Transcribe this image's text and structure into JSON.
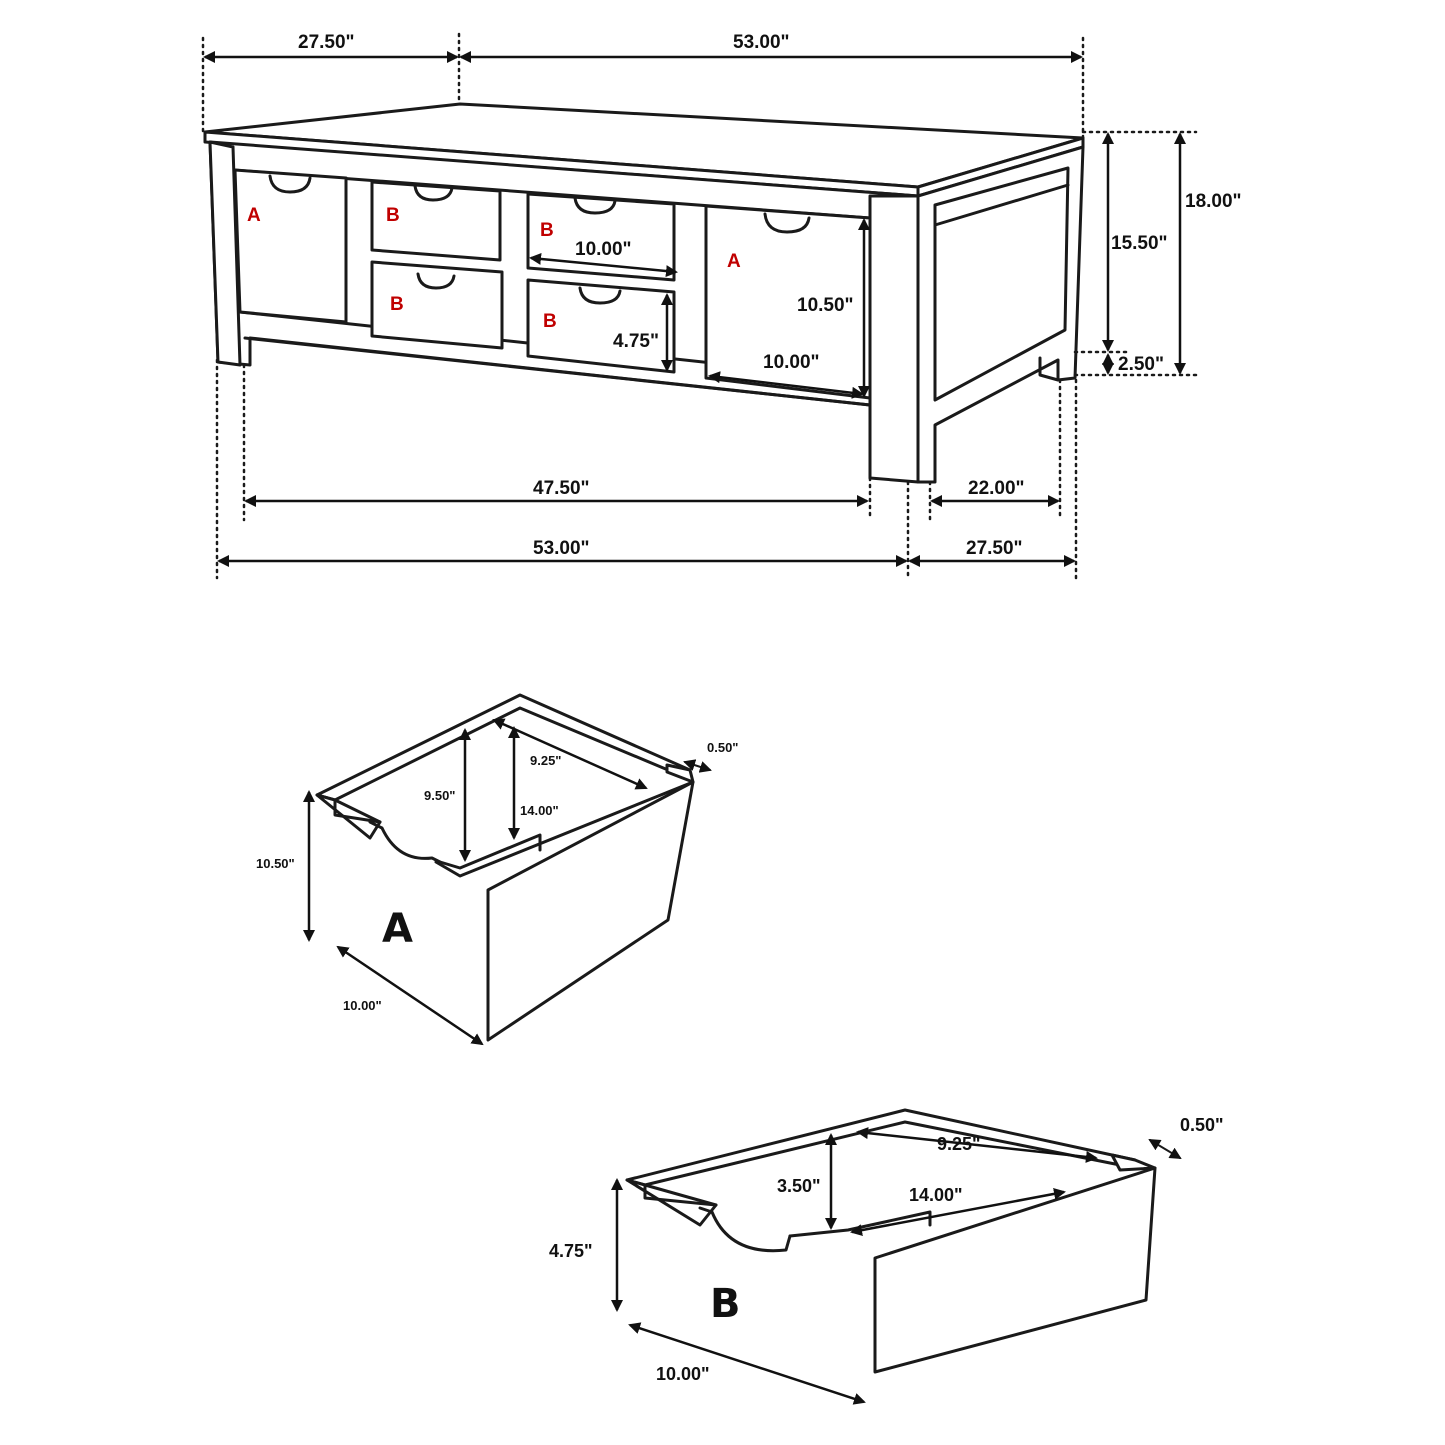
{
  "table": {
    "top_left_depth": "27.50\"",
    "top_width": "53.00\"",
    "height_total": "18.00\"",
    "height_body": "15.50\"",
    "leg_clearance": "2.50\"",
    "drawer_a_height": "10.50\"",
    "drawer_a_width": "10.00\"",
    "drawer_b_width": "10.00\"",
    "drawer_b_height": "4.75\"",
    "inner_width": "47.50\"",
    "inner_depth": "22.00\"",
    "bottom_width": "53.00\"",
    "bottom_depth": "27.50\"",
    "drawer_tags": {
      "a_left": "A",
      "a_right": "A",
      "b1": "B",
      "b2": "B",
      "b3": "B",
      "b4": "B"
    },
    "tag_color": "#c00000"
  },
  "bin_a": {
    "label": "A",
    "height": "10.50\"",
    "width": "10.00\"",
    "inner_height": "9.50\"",
    "inner_width": "9.25\"",
    "depth": "14.00\"",
    "wall": "0.50\""
  },
  "bin_b": {
    "label": "B",
    "height": "4.75\"",
    "width": "10.00\"",
    "inner_height": "3.50\"",
    "inner_width": "9.25\"",
    "depth": "14.00\"",
    "wall": "0.50\""
  }
}
